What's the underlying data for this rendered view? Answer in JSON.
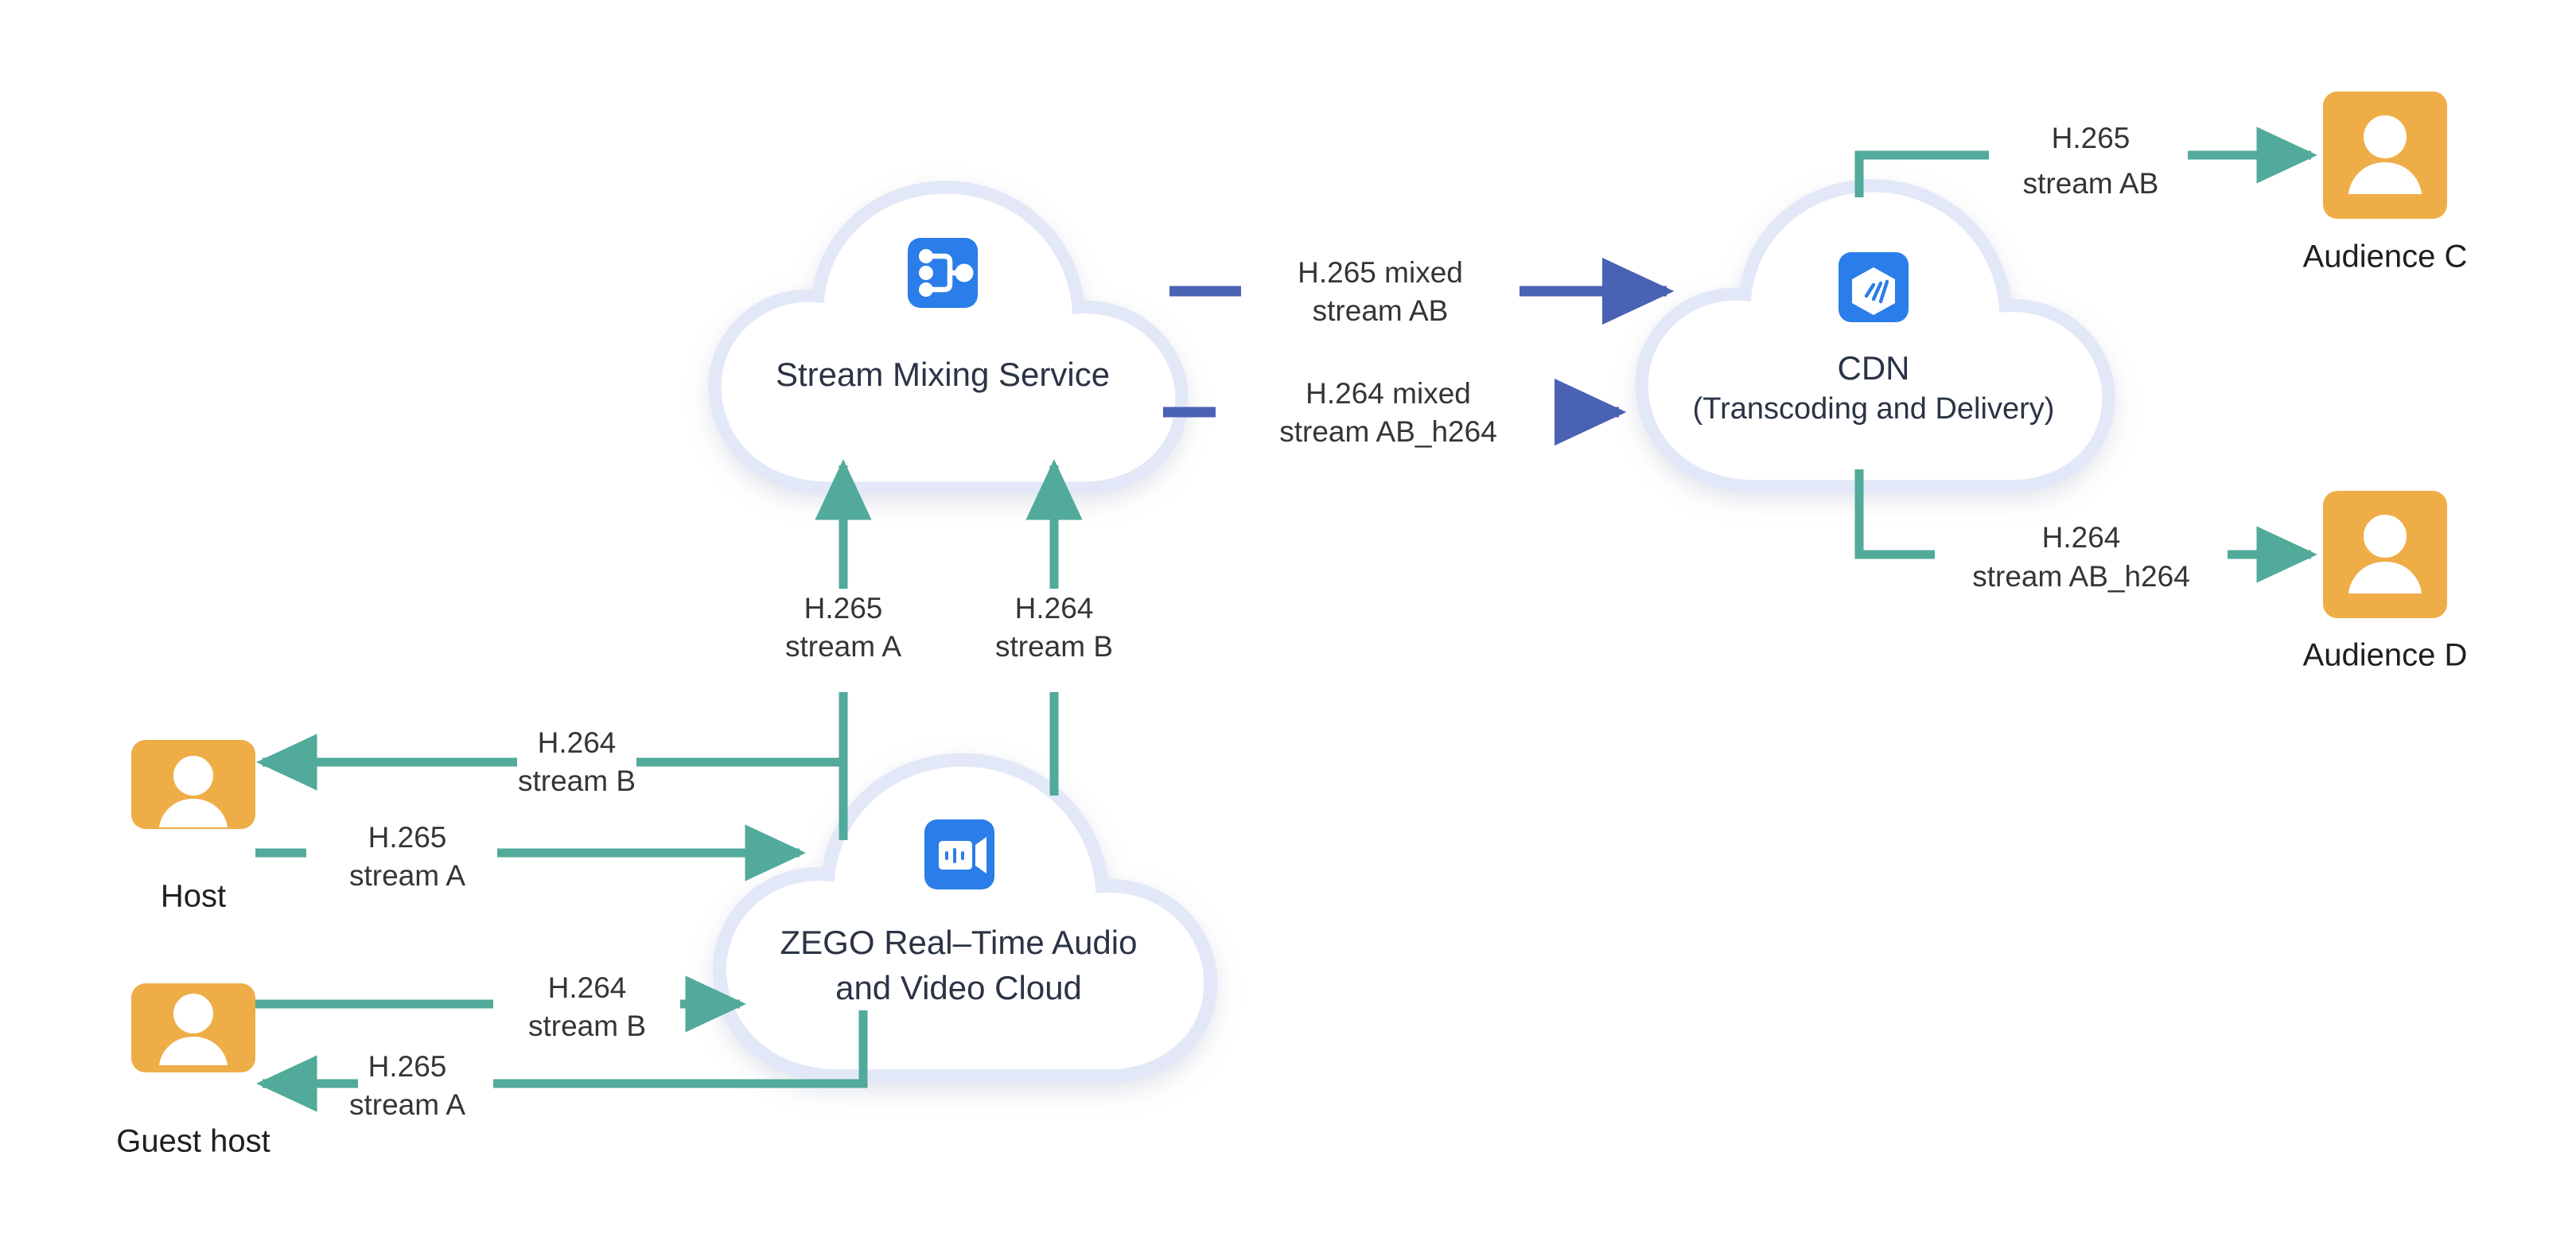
{
  "colors": {
    "teal": "#52aa9a",
    "blue_arrow": "#4a62b4",
    "orange": "#efad47",
    "icon_blue": "#2b7de9",
    "cloud_fill": "#ffffff",
    "cloud_border": "#e3e8f8",
    "text_dark": "#2b3445",
    "label_text": "#353535",
    "background": "#ffffff"
  },
  "nodes": {
    "stream_mixing": {
      "title": "Stream Mixing Service",
      "icon": "stream-mixing-icon",
      "shape": "cloud"
    },
    "cdn": {
      "title": "CDN",
      "subtitle": "(Transcoding and Delivery)",
      "icon": "cdn-cube-icon",
      "shape": "cloud"
    },
    "zego_cloud": {
      "title_line1": "ZEGO Real–Time Audio",
      "title_line2": "and Video Cloud",
      "icon": "video-camera-icon",
      "shape": "cloud"
    }
  },
  "actors": [
    {
      "id": "host",
      "label": "Host",
      "icon": "person-icon"
    },
    {
      "id": "guest-host",
      "label": "Guest host",
      "icon": "person-icon"
    },
    {
      "id": "audience-c",
      "label": "Audience C",
      "icon": "person-icon"
    },
    {
      "id": "audience-d",
      "label": "Audience D",
      "icon": "person-icon"
    }
  ],
  "edges": [
    {
      "id": "host-to-cloud",
      "line1": "H.265",
      "line2": "stream A",
      "color": "teal",
      "from": "Host",
      "to": "ZEGO Real-Time Audio and Video Cloud"
    },
    {
      "id": "cloud-to-host",
      "line1": "H.264",
      "line2": "stream B",
      "color": "teal",
      "from": "ZEGO Real-Time Audio and Video Cloud",
      "to": "Host"
    },
    {
      "id": "guest-to-cloud",
      "line1": "H.264",
      "line2": "stream B",
      "color": "teal",
      "from": "Guest host",
      "to": "ZEGO Real-Time Audio and Video Cloud"
    },
    {
      "id": "cloud-to-guest",
      "line1": "H.265",
      "line2": "stream A",
      "color": "teal",
      "from": "ZEGO Real-Time Audio and Video Cloud",
      "to": "Guest host"
    },
    {
      "id": "cloud-to-mixing-a",
      "line1": "H.265",
      "line2": "stream A",
      "color": "teal",
      "from": "ZEGO Real-Time Audio and Video Cloud",
      "to": "Stream Mixing Service"
    },
    {
      "id": "cloud-to-mixing-b",
      "line1": "H.264",
      "line2": "stream B",
      "color": "teal",
      "from": "ZEGO Real-Time Audio and Video Cloud",
      "to": "Stream Mixing Service"
    },
    {
      "id": "mixing-to-cdn-265",
      "line1": "H.265 mixed",
      "line2": "stream AB",
      "color": "blue_arrow",
      "from": "Stream Mixing Service",
      "to": "CDN"
    },
    {
      "id": "mixing-to-cdn-264",
      "line1": "H.264 mixed",
      "line2": "stream AB_h264",
      "color": "blue_arrow",
      "from": "Stream Mixing Service",
      "to": "CDN"
    },
    {
      "id": "cdn-to-audience-c",
      "line1": "H.265",
      "line2": "stream AB",
      "color": "teal",
      "from": "CDN",
      "to": "Audience C"
    },
    {
      "id": "cdn-to-audience-d",
      "line1": "H.264",
      "line2": "stream AB_h264",
      "color": "teal",
      "from": "CDN",
      "to": "Audience D"
    }
  ],
  "chart_data": {
    "type": "diagram",
    "title": "ZEGO stream mixing with H.265 / H.264 transcoding topology"
  }
}
